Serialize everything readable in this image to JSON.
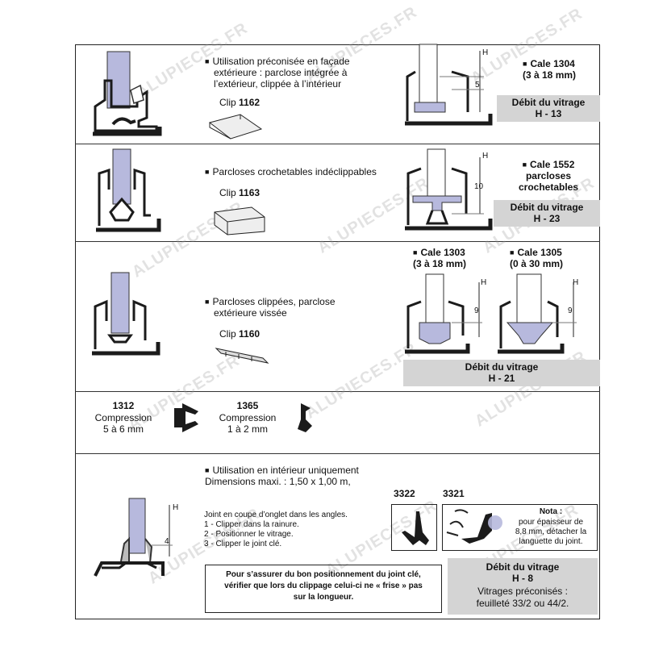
{
  "watermark": "ALUPIECES.FR",
  "colors": {
    "glass": "#b7b9dd",
    "profile": "#1b1b1b",
    "panel": "#d4d4d4"
  },
  "row1": {
    "desc_lines": [
      "Utilisation préconisée en façade",
      "extérieure : parclose intégrée à",
      "l’extérieur, clippée à l’intérieur"
    ],
    "clip_label": "Clip",
    "clip_num": "1162",
    "cale_title": "Cale 1304",
    "cale_range": "(3 à 18 mm)",
    "dim_h": "H",
    "dim_v": "5",
    "debit_title": "Débit du vitrage",
    "debit_value": "H - 13"
  },
  "row2": {
    "desc": "Parcloses crochetables indéclippables",
    "clip_label": "Clip",
    "clip_num": "1163",
    "cale_lines": [
      "Cale 1552",
      "parcloses",
      "crochetables"
    ],
    "dim_h": "H",
    "dim_v": "10",
    "debit_title": "Débit du vitrage",
    "debit_value": "H - 23"
  },
  "row3": {
    "desc_lines": [
      "Parcloses clippées, parclose",
      "extérieure vissée"
    ],
    "clip_label": "Clip",
    "clip_num": "1160",
    "cale_a_title": "Cale 1303",
    "cale_a_range": "(3 à 18 mm)",
    "cale_b_title": "Cale 1305",
    "cale_b_range": "(0 à 30 mm)",
    "dim_h": "H",
    "dim_v": "9",
    "debit_title": "Débit du vitrage",
    "debit_value": "H - 21"
  },
  "row4": {
    "j1_num": "1312",
    "j1_label": "Compression",
    "j1_range": "5 à 6 mm",
    "j2_num": "1365",
    "j2_label": "Compression",
    "j2_range": "1 à 2 mm"
  },
  "row5": {
    "usage": "Utilisation en intérieur uniquement",
    "dims": "Dimensions maxi. : 1,50 x 1,00 m,",
    "steps": [
      "Joint en coupe d’onglet dans les angles.",
      "1 - Clipper dans la rainure.",
      "2 - Positionner le vitrage.",
      "3 - Clipper le joint clé."
    ],
    "dim_h": "H",
    "dim_v": "4",
    "ref_a": "3322",
    "ref_b": "3321",
    "nota_title": "Nota :",
    "nota_lines": [
      "pour épaisseur de",
      "8,8 mm, détacher la",
      "languette du joint."
    ],
    "warning_lines": [
      "Pour s’assurer du bon positionnement du joint clé,",
      "vérifier que lors du clippage celui-ci ne « frise » pas",
      "sur la longueur."
    ],
    "debit_title": "Débit du vitrage",
    "debit_value": "H - 8",
    "vitrages_lines": [
      "Vitrages préconisés :",
      "feuilleté 33/2 ou 44/2."
    ]
  }
}
